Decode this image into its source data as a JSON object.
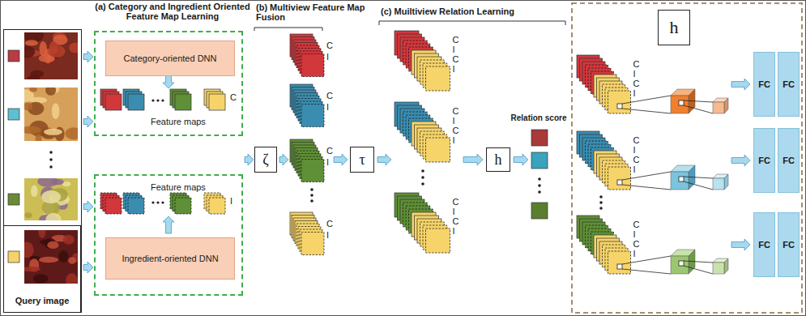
{
  "diagram": {
    "nodes": [
      {
        "text": [
          "Query image"
        ]
      },
      {
        "text": [
          "Feature maps"
        ]
      },
      {
        "text": [
          "Category-oriented DNN"
        ],
        "in": 1
      },
      {
        "text": [
          "Feature maps"
        ]
      },
      {
        "text": [
          "Ingredient-oriented DNN"
        ],
        "in": 3
      },
      {
        "text": [
          "ζ"
        ]
      },
      {
        "text": [
          "τ"
        ]
      },
      {
        "text": [
          "h"
        ]
      },
      {
        "text": [
          "h"
        ]
      },
      {
        "text": [
          "FC"
        ]
      },
      {
        "text": [
          "FC"
        ]
      },
      {
        "text": [
          "FC"
        ]
      },
      {
        "text": [
          "FC"
        ]
      },
      {
        "text": [
          "FC"
        ]
      },
      {
        "text": [
          "FC"
        ]
      }
    ],
    "labels": [
      "(a) Category and Ingredient Oriented Feature Map Learning",
      "(b) Multiview Feature Map Fusion",
      "(c) Muiltiview Relation Learning",
      "Relation score",
      "C",
      "I",
      "C",
      "I",
      "C",
      "I",
      "C",
      "I",
      "C",
      "I",
      "C",
      "I",
      "C",
      "I",
      "C",
      "I",
      "C",
      "I",
      "C",
      "I",
      "C",
      "I",
      "C",
      "I",
      "C",
      "I",
      "C",
      "I",
      "C",
      "I",
      "C",
      "I",
      "C",
      "I"
    ]
  }
}
